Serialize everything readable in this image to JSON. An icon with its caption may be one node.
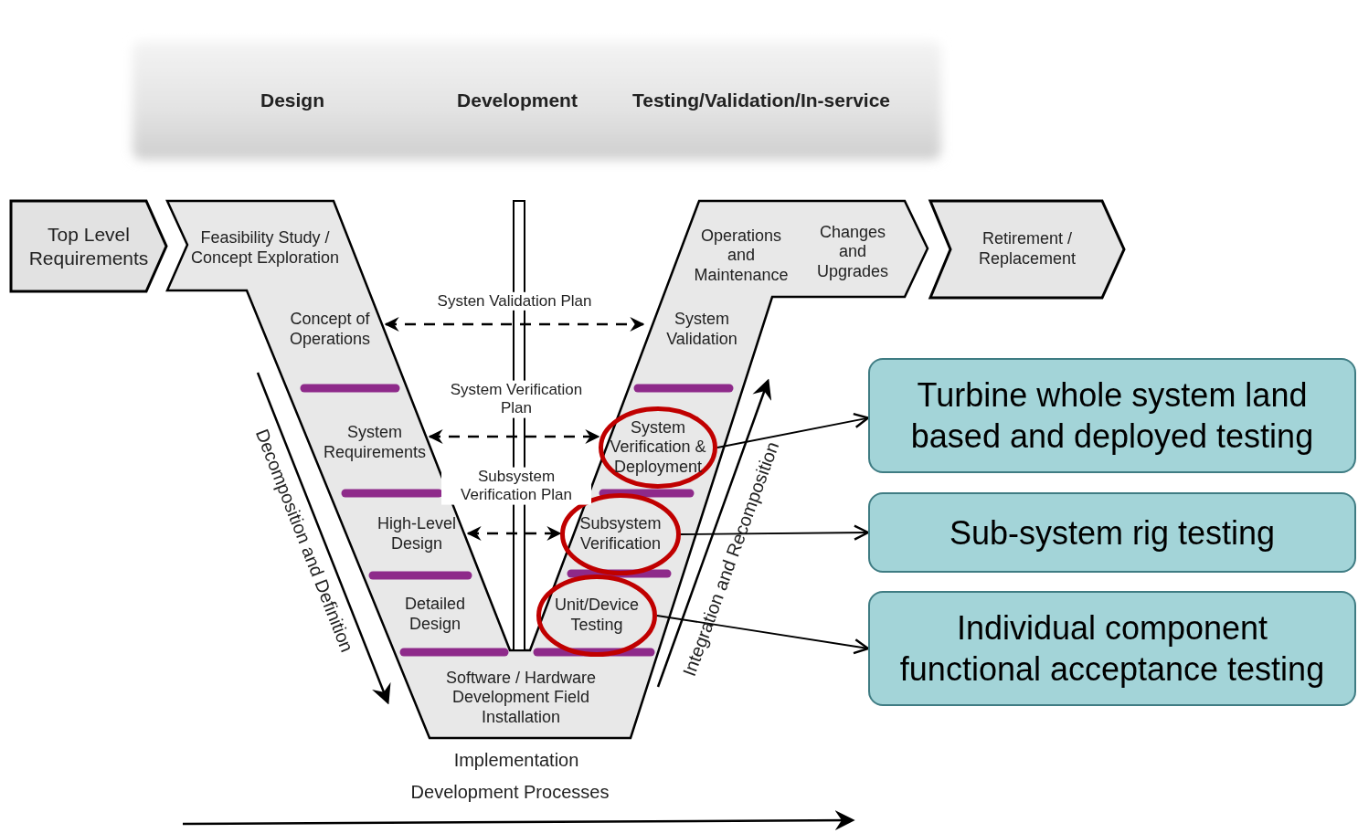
{
  "diagram": {
    "nodes": [
      {
        "text": [
          "Top Level Requirements"
        ]
      },
      {
        "text": [
          "Feasibility Study / Concept Exploration"
        ]
      },
      {
        "text": [
          "Concept of Operations"
        ]
      },
      {
        "text": [
          "System Requirements"
        ]
      },
      {
        "text": [
          "High-Level Design"
        ]
      },
      {
        "text": [
          "Detailed Design"
        ]
      },
      {
        "text": [
          "Software / Hardware Development Field Installation"
        ]
      },
      {
        "text": [
          "Unit/Device Testing"
        ]
      },
      {
        "text": [
          "Subsystem Verification"
        ]
      },
      {
        "text": [
          "System Verification & Deployment"
        ]
      },
      {
        "text": [
          "System Validation"
        ]
      },
      {
        "text": [
          "Operations and Maintenance"
        ]
      },
      {
        "text": [
          "Changes and Upgrades"
        ]
      },
      {
        "text": [
          "Retirement / Replacement"
        ]
      },
      {
        "text": [
          "Turbine whole system land based and deployed testing"
        ]
      },
      {
        "text": [
          "Sub-system rig testing"
        ]
      },
      {
        "text": [
          "Individual component functional acceptance testing"
        ]
      }
    ],
    "edges": [
      {
        "from": 2,
        "to": 10,
        "arrow": "both",
        "style": "dashed",
        "label": "Systen Validation Plan"
      },
      {
        "from": 3,
        "to": 9,
        "arrow": "both",
        "style": "dashed",
        "label": "System Verification Plan"
      },
      {
        "from": 4,
        "to": 8,
        "arrow": "both",
        "style": "dashed",
        "label": "Subsystem Verification Plan"
      },
      {
        "from": 9,
        "to": 14,
        "arrow": "to"
      },
      {
        "from": 8,
        "to": 15,
        "arrow": "to"
      },
      {
        "from": 7,
        "to": 16,
        "arrow": "to"
      }
    ],
    "labels": [
      "Design",
      "Development",
      "Testing/Validation/In-service",
      "Decomposition and Definition",
      "Integration and Recomposition",
      "Implementation",
      "Development Processes"
    ]
  }
}
